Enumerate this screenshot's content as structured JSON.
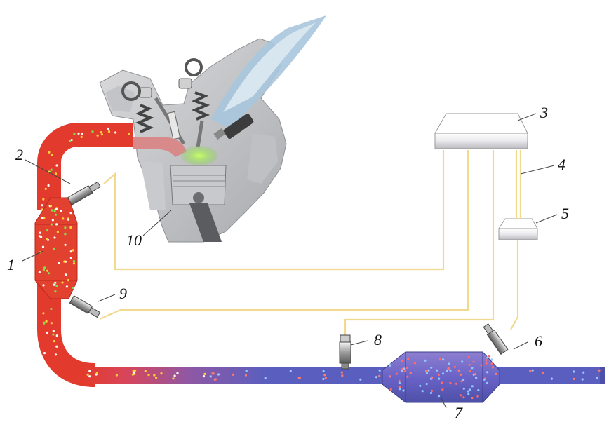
{
  "diagram": {
    "labels": {
      "l1": "1",
      "l2": "2",
      "l3": "3",
      "l4": "4",
      "l5": "5",
      "l6": "6",
      "l7": "7",
      "l8": "8",
      "l9": "9",
      "l10": "10"
    },
    "colors": {
      "hot_exhaust": "#e23b2e",
      "cool_exhaust": "#5a5fbf",
      "signal_wire": "#f1d98e",
      "combustion": "#8ee23a"
    },
    "icons": [
      "engine-cylinder-icon",
      "control-unit-box-icon",
      "oxygen-sensor-icon",
      "catalytic-converter-icon",
      "exhaust-pipe-icon"
    ]
  }
}
